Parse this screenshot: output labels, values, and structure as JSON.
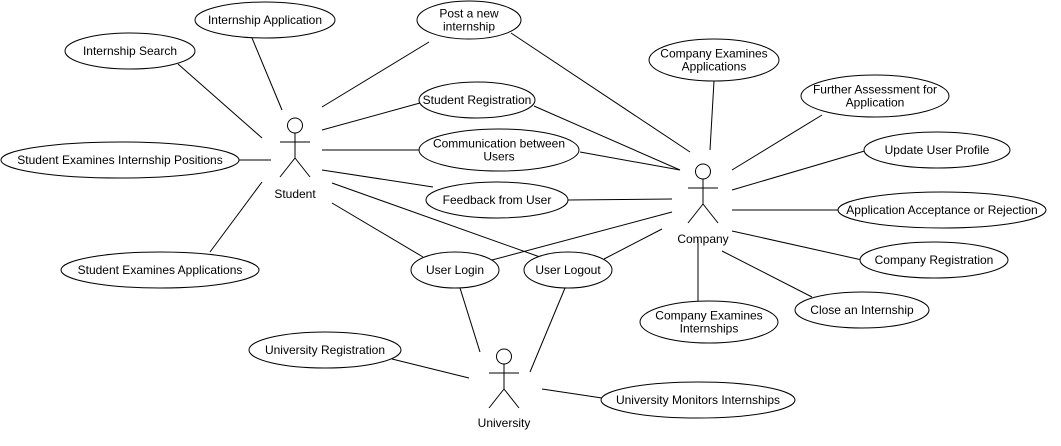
{
  "diagram": {
    "actors": [
      {
        "id": "student",
        "label": "Student"
      },
      {
        "id": "company",
        "label": "Company"
      },
      {
        "id": "university",
        "label": "University"
      }
    ],
    "use_cases": [
      {
        "id": "internship_application",
        "lines": [
          "Internship Application"
        ]
      },
      {
        "id": "post_internship",
        "lines": [
          "Post a new",
          "internship"
        ]
      },
      {
        "id": "internship_search",
        "lines": [
          "Internship Search"
        ]
      },
      {
        "id": "company_examines_applications",
        "lines": [
          "Company Examines",
          "Applications"
        ]
      },
      {
        "id": "further_assessment",
        "lines": [
          "Further Assessment for",
          "Application"
        ]
      },
      {
        "id": "student_registration",
        "lines": [
          "Student Registration"
        ]
      },
      {
        "id": "communication",
        "lines": [
          "Communication between",
          "Users"
        ]
      },
      {
        "id": "update_profile",
        "lines": [
          "Update User Profile"
        ]
      },
      {
        "id": "student_examines_positions",
        "lines": [
          "Student Examines Internship Positions"
        ]
      },
      {
        "id": "feedback",
        "lines": [
          "Feedback from User"
        ]
      },
      {
        "id": "acceptance_rejection",
        "lines": [
          "Application Acceptance or Rejection"
        ]
      },
      {
        "id": "company_registration",
        "lines": [
          "Company Registration"
        ]
      },
      {
        "id": "student_examines_applications",
        "lines": [
          "Student Examines Applications"
        ]
      },
      {
        "id": "user_login",
        "lines": [
          "User Login"
        ]
      },
      {
        "id": "user_logout",
        "lines": [
          "User Logout"
        ]
      },
      {
        "id": "close_internship",
        "lines": [
          "Close an Internship"
        ]
      },
      {
        "id": "company_examines_internships",
        "lines": [
          "Company Examines",
          "Internships"
        ]
      },
      {
        "id": "university_registration",
        "lines": [
          "University Registration"
        ]
      },
      {
        "id": "university_monitors",
        "lines": [
          "University Monitors Internships"
        ]
      }
    ],
    "associations": [
      [
        "student",
        "internship_application"
      ],
      [
        "student",
        "internship_search"
      ],
      [
        "student",
        "post_internship"
      ],
      [
        "student",
        "student_registration"
      ],
      [
        "student",
        "communication"
      ],
      [
        "student",
        "student_examines_positions"
      ],
      [
        "student",
        "feedback"
      ],
      [
        "student",
        "student_examines_applications"
      ],
      [
        "student",
        "user_login"
      ],
      [
        "student",
        "user_logout"
      ],
      [
        "company",
        "post_internship"
      ],
      [
        "company",
        "company_examines_applications"
      ],
      [
        "company",
        "further_assessment"
      ],
      [
        "company",
        "student_registration"
      ],
      [
        "company",
        "communication"
      ],
      [
        "company",
        "update_profile"
      ],
      [
        "company",
        "feedback"
      ],
      [
        "company",
        "acceptance_rejection"
      ],
      [
        "company",
        "company_registration"
      ],
      [
        "company",
        "close_internship"
      ],
      [
        "company",
        "company_examines_internships"
      ],
      [
        "company",
        "user_login"
      ],
      [
        "company",
        "user_logout"
      ],
      [
        "university",
        "user_login"
      ],
      [
        "university",
        "user_logout"
      ],
      [
        "university",
        "university_registration"
      ],
      [
        "university",
        "university_monitors"
      ]
    ]
  }
}
